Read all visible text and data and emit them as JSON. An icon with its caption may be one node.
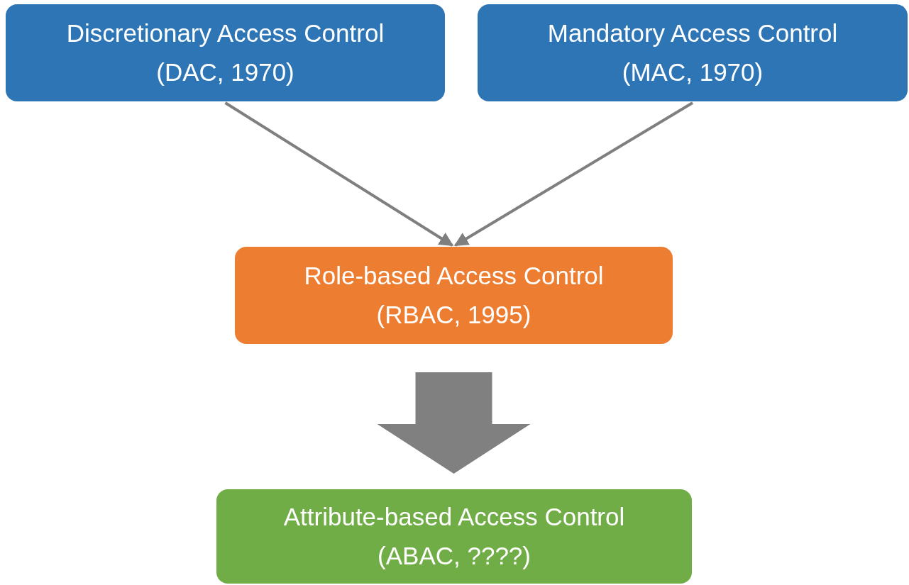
{
  "diagram": {
    "nodes": [
      {
        "text": [
          "Discretionary Access Control (DAC, 1970)"
        ]
      },
      {
        "text": [
          "Mandatory Access Control (MAC, 1970)"
        ]
      },
      {
        "text": [
          "Role-based Access Control (RBAC, 1995)"
        ]
      },
      {
        "text": [
          "Attribute-based Access Control (ABAC, ????)"
        ]
      }
    ],
    "edges": [
      {
        "from": 0,
        "to": 2,
        "arrow": "to"
      },
      {
        "from": 1,
        "to": 2,
        "arrow": "to"
      },
      {
        "from": 2,
        "to": 3,
        "arrow": "to",
        "style": "thick"
      }
    ]
  }
}
